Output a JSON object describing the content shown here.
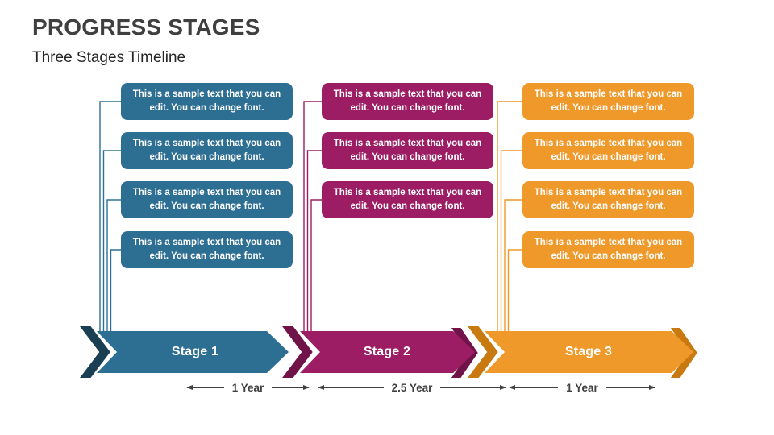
{
  "slide": {
    "title": "PROGRESS STAGES",
    "subtitle": "Three Stages Timeline"
  },
  "colors": {
    "background": "#FFFFFF",
    "title_text": "#3F3F3F",
    "subtitle_text": "#262626",
    "box_text": "#FFFFFF",
    "duration_text": "#404040"
  },
  "stages": [
    {
      "name": "Stage 1",
      "duration": "1 Year",
      "color": "#2D6E93",
      "dark_color": "#1B3F52",
      "boxes": [
        "This is a sample text that you can edit. You can change font.",
        "This is a sample text that you can edit. You can change font.",
        "This is a sample text that you can edit. You can change font.",
        "This is a sample text that you can edit. You can change font."
      ]
    },
    {
      "name": "Stage 2",
      "duration": "2.5 Year",
      "color": "#9C1D63",
      "dark_color": "#701349",
      "boxes": [
        "This is a sample text that you can edit. You can change font.",
        "This is a sample text that you can edit. You can change font.",
        "This is a sample text that you can edit. You can change font."
      ]
    },
    {
      "name": "Stage 3",
      "duration": "1 Year",
      "color": "#F0992B",
      "dark_color": "#C8790F",
      "boxes": [
        "This is a sample text that you can edit. You can change font.",
        "This is a sample text that you can edit. You can change font.",
        "This is a sample text that you can edit. You can change font.",
        "This is a sample text that you can edit. You can change font."
      ]
    }
  ]
}
